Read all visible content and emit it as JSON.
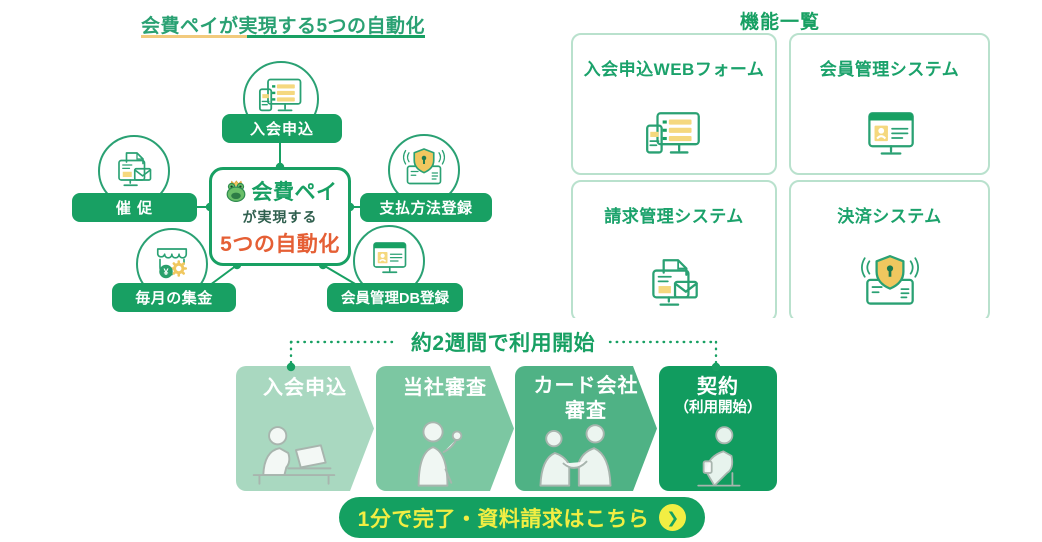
{
  "colors": {
    "green_main": "#18a063",
    "green_title_text": "#2aa173",
    "orange_accent": "#e55f35",
    "yellow_accent": "#f0c75f",
    "underline_yellow": "#f2ca7d",
    "card_border_green": "#b9e1cd",
    "cta_background": "#14a061",
    "cta_text_yellow": "#f2ee43",
    "flow_step_colors": [
      "#a9d8c0",
      "#7cc7a2",
      "#4fb285",
      "#119c5f"
    ]
  },
  "automation_diagram": {
    "title": "会費ペイが実現する5つの自動化",
    "center_box": {
      "mascot": "frog-mascot-icon",
      "brand": "会費ペイ",
      "line2": "が実現する",
      "line3": "5つの自動化"
    },
    "nodes": [
      {
        "label": "入会申込",
        "icon": "monitor-form-icon"
      },
      {
        "label": "催 促",
        "icon": "reminder-mail-icon"
      },
      {
        "label": "支払方法登録",
        "icon": "shield-card-icon"
      },
      {
        "label": "毎月の集金",
        "icon": "store-collection-icon"
      },
      {
        "label": "会員管理DB登録",
        "icon": "member-database-icon"
      }
    ]
  },
  "features_panel": {
    "title": "機能一覧",
    "cards": [
      {
        "label": "入会申込WEBフォーム",
        "icon": "web-form-icon"
      },
      {
        "label": "会員管理システム",
        "icon": "member-system-icon"
      },
      {
        "label": "請求管理システム",
        "icon": "billing-system-icon"
      },
      {
        "label": "決済システム",
        "icon": "payment-system-icon"
      }
    ]
  },
  "flow": {
    "heading": "約2週間で利用開始",
    "steps": [
      {
        "line1": "入会申込",
        "line2": "",
        "illustration": "person-typing-illustration"
      },
      {
        "line1": "当社審査",
        "line2": "",
        "illustration": "person-ok-sign-illustration"
      },
      {
        "line1": "カード会社",
        "line2": "審査",
        "illustration": "handshake-illustration"
      },
      {
        "line1": "契約",
        "line2": "（利用開始）",
        "illustration": "person-signing-illustration"
      }
    ]
  },
  "cta": {
    "label": "1分で完了・資料請求はこちら",
    "arrow": "❯"
  }
}
